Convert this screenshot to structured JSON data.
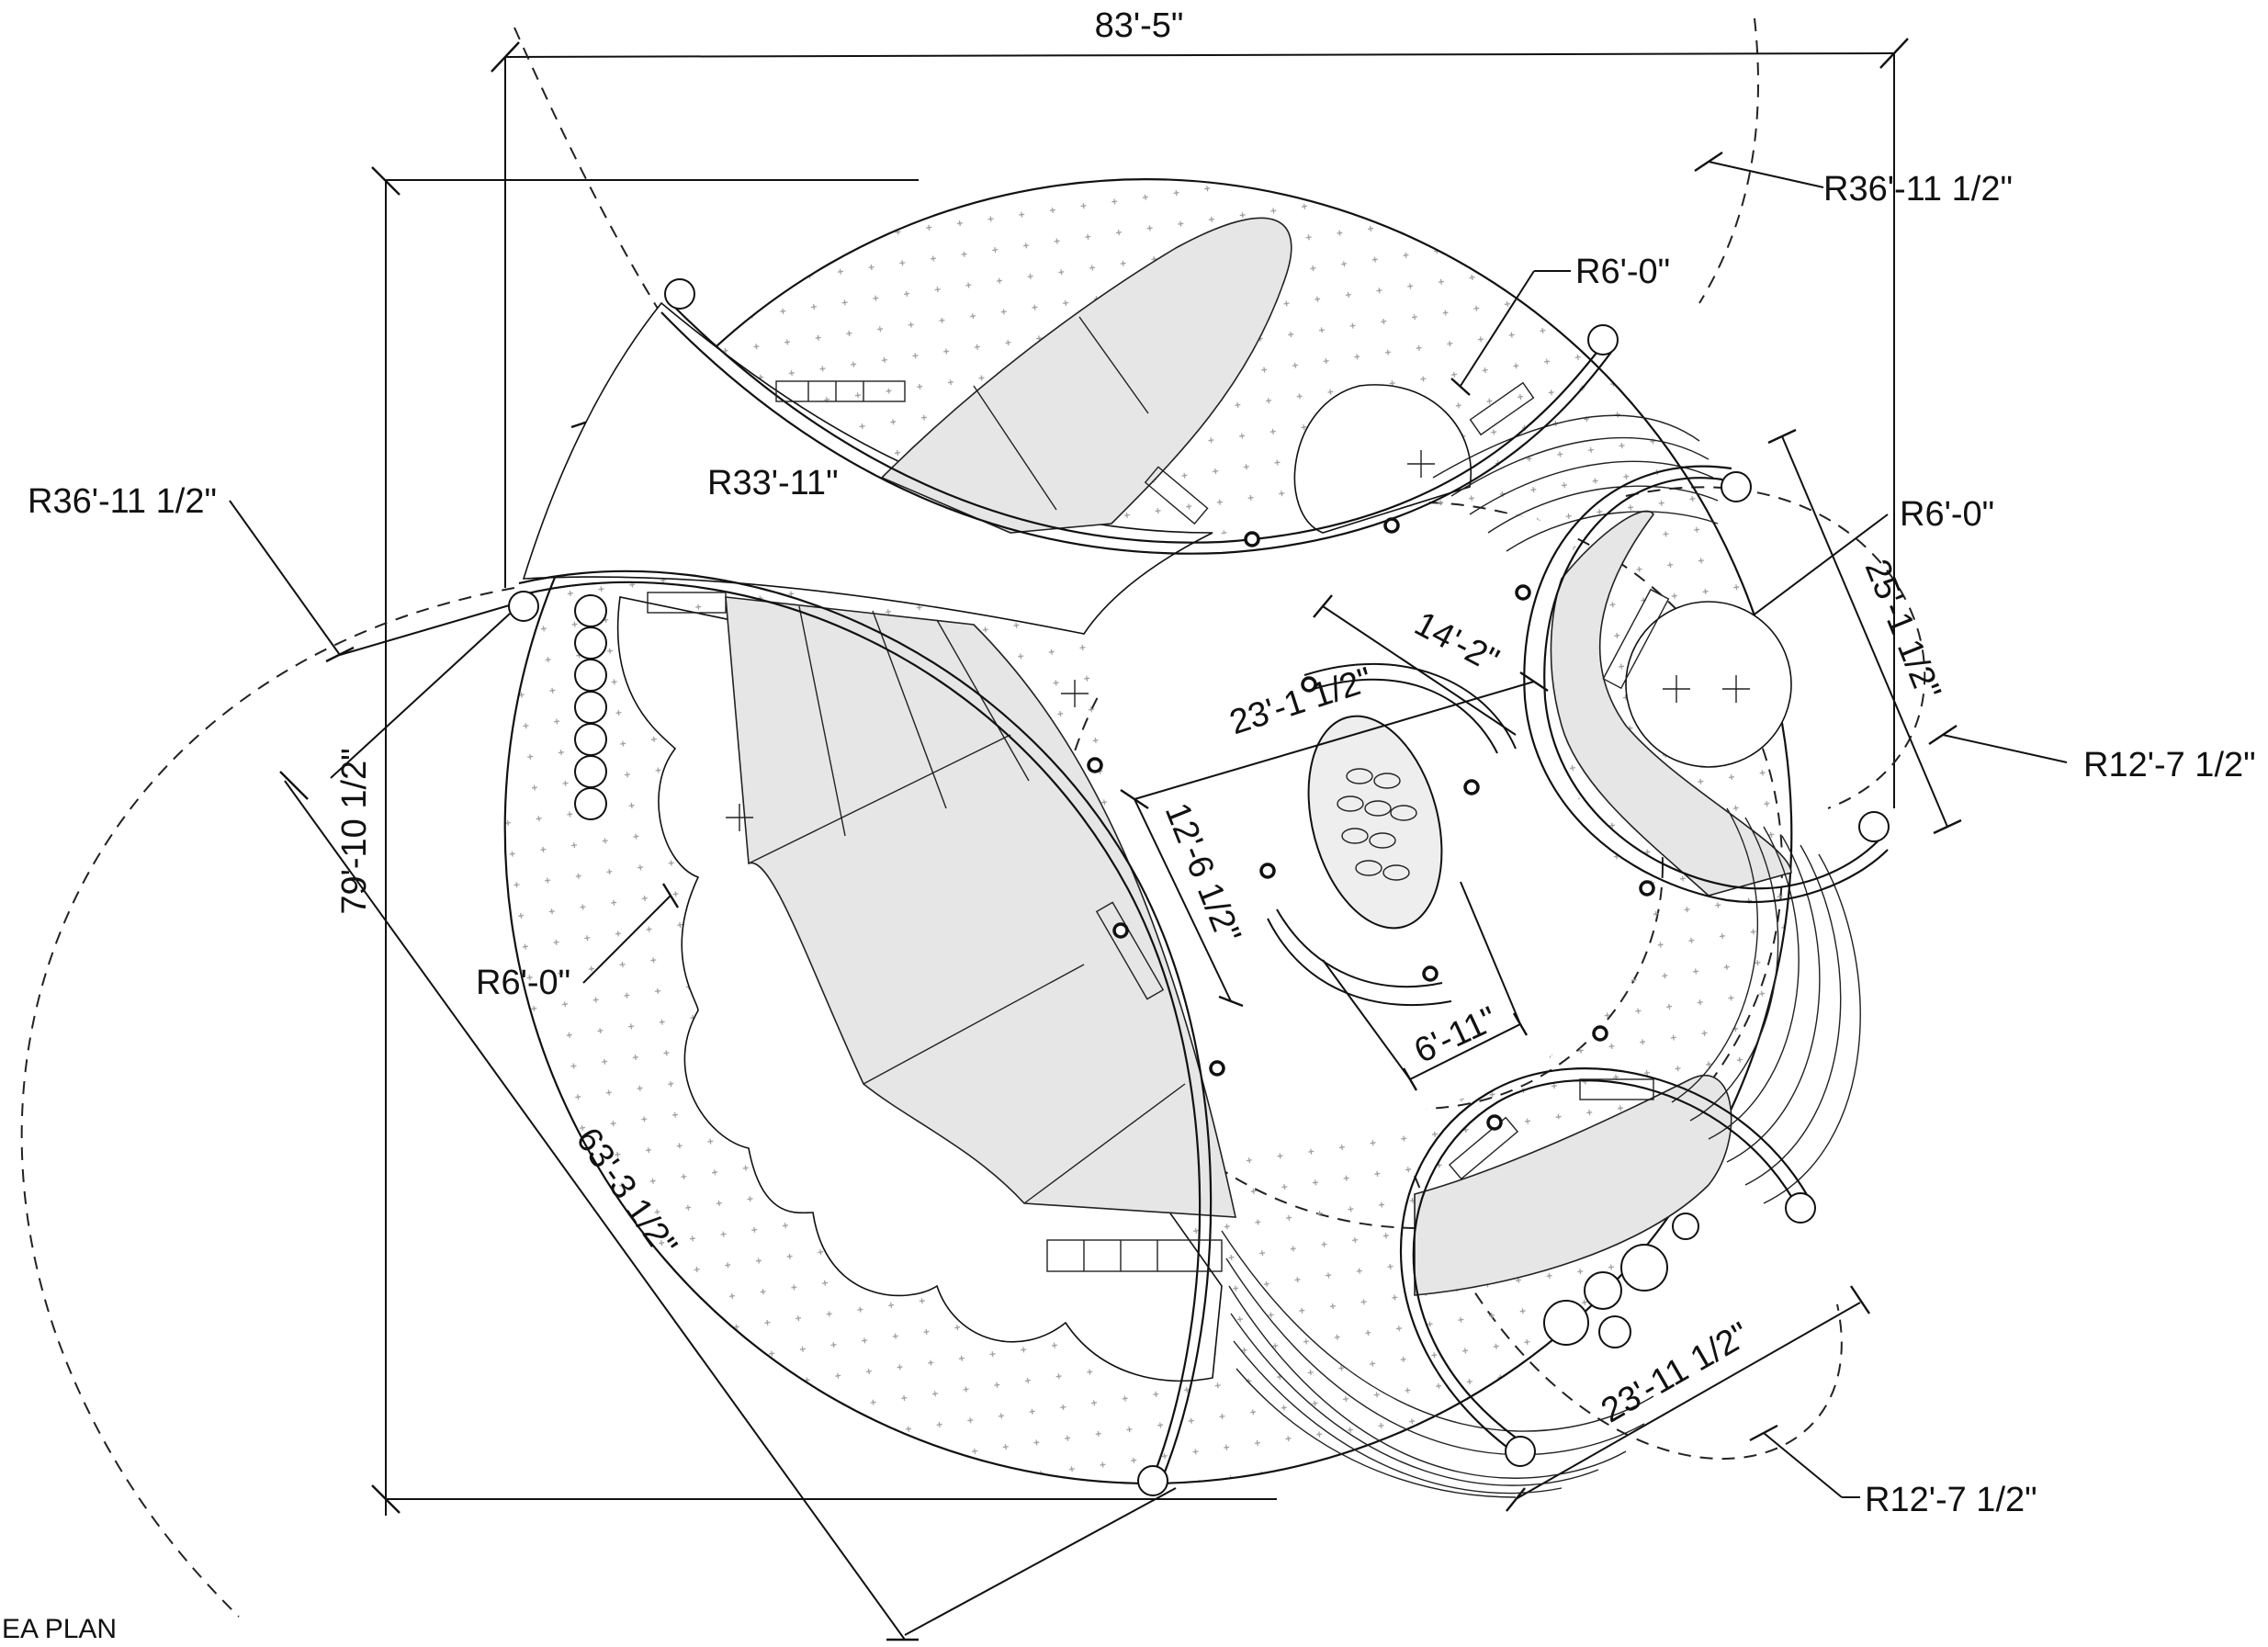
{
  "drawing": {
    "title": "EA PLAN",
    "dimensions": {
      "overall_width": "83'-5\"",
      "overall_height": "79'-10 1/2\"",
      "diagonal_length": "63'-3 1/2\"",
      "radius_top_right": "R36'-11 1/2\"",
      "radius_left": "R36'-11 1/2\"",
      "radius_upper_curve": "R33'-11\"",
      "radius_upper_circle": "R6'-0\"",
      "radius_right_circle": "R6'-0\"",
      "radius_left_bay": "R6'-0\"",
      "radius_right_arc": "R12'-7 1/2\"",
      "radius_bottom_arc": "R12'-7 1/2\"",
      "center_diagonal": "23'-1 1/2\"",
      "center_top": "14'-2\"",
      "center_left": "12'-6 1/2\"",
      "center_bottom": "6'-11\"",
      "right_side": "25'-1 1/2\"",
      "bottom_right": "23'-11 1/2\""
    }
  }
}
